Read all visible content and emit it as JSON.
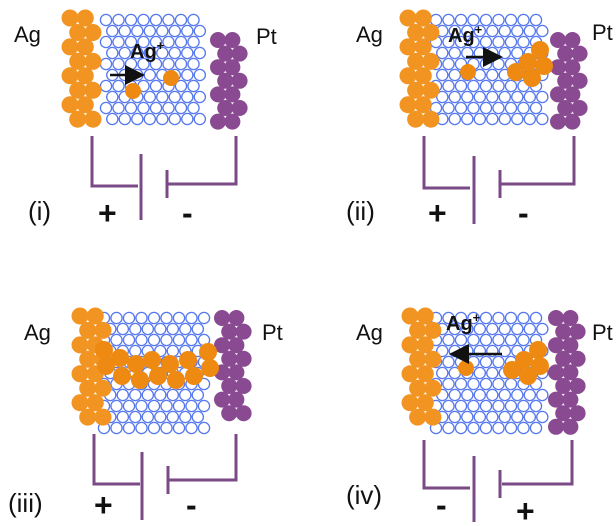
{
  "colors": {
    "silver_electrode": "#F29422",
    "silver_ion": "#EE8A12",
    "platinum_electrode": "#8A4A92",
    "electrolyte_bubble": "#5577EE",
    "wire": "#7A4A86",
    "text": "#111111"
  },
  "panels": [
    {
      "id": "i",
      "label": "(i)",
      "left_electrode": "Ag",
      "right_electrode": "Pt",
      "ion_label": "Ag",
      "ion_charge": "+",
      "arrow": "right",
      "state": "ions-drifting",
      "left_sign": "+",
      "right_sign": "-"
    },
    {
      "id": "ii",
      "label": "(ii)",
      "left_electrode": "Ag",
      "right_electrode": "Pt",
      "ion_label": "Ag",
      "ion_charge": "+",
      "arrow": "right",
      "state": "filament-growing",
      "left_sign": "+",
      "right_sign": "-"
    },
    {
      "id": "iii",
      "label": "(iii)",
      "left_electrode": "Ag",
      "right_electrode": "Pt",
      "ion_label": "",
      "ion_charge": "",
      "arrow": "none",
      "state": "filament-bridged",
      "left_sign": "+",
      "right_sign": "-"
    },
    {
      "id": "iv",
      "label": "(iv)",
      "left_electrode": "Ag",
      "right_electrode": "Pt",
      "ion_label": "Ag",
      "ion_charge": "+",
      "arrow": "left",
      "state": "filament-dissolving",
      "left_sign": "-",
      "right_sign": "+"
    }
  ]
}
